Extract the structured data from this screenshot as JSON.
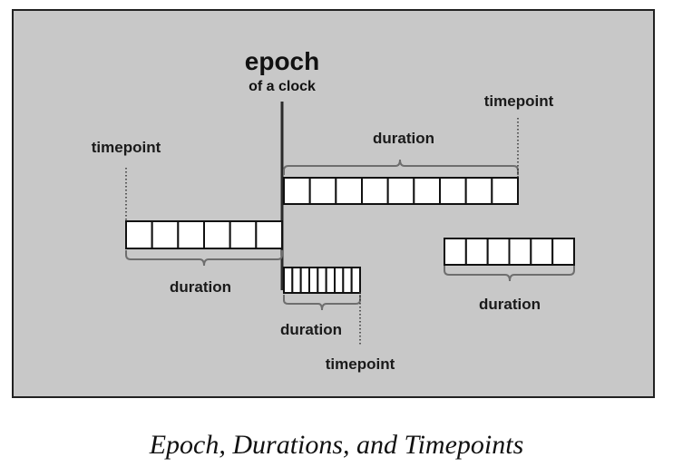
{
  "epoch": {
    "title": "epoch",
    "subtitle": "of a clock"
  },
  "labels": {
    "timepoint": "timepoint",
    "duration": "duration"
  },
  "caption": "Epoch, Durations, and Timepoints",
  "colors": {
    "panel_background": "#c8c8c8",
    "panel_border": "#222222",
    "cell_fill": "#ffffff",
    "cell_stroke": "#111111",
    "brace": "#6e6e6e"
  },
  "bars": [
    {
      "id": "left-bar",
      "cells": 6
    },
    {
      "id": "top-bar",
      "cells": 9
    },
    {
      "id": "small-bar",
      "cells": 9
    },
    {
      "id": "right-bar",
      "cells": 6
    }
  ]
}
